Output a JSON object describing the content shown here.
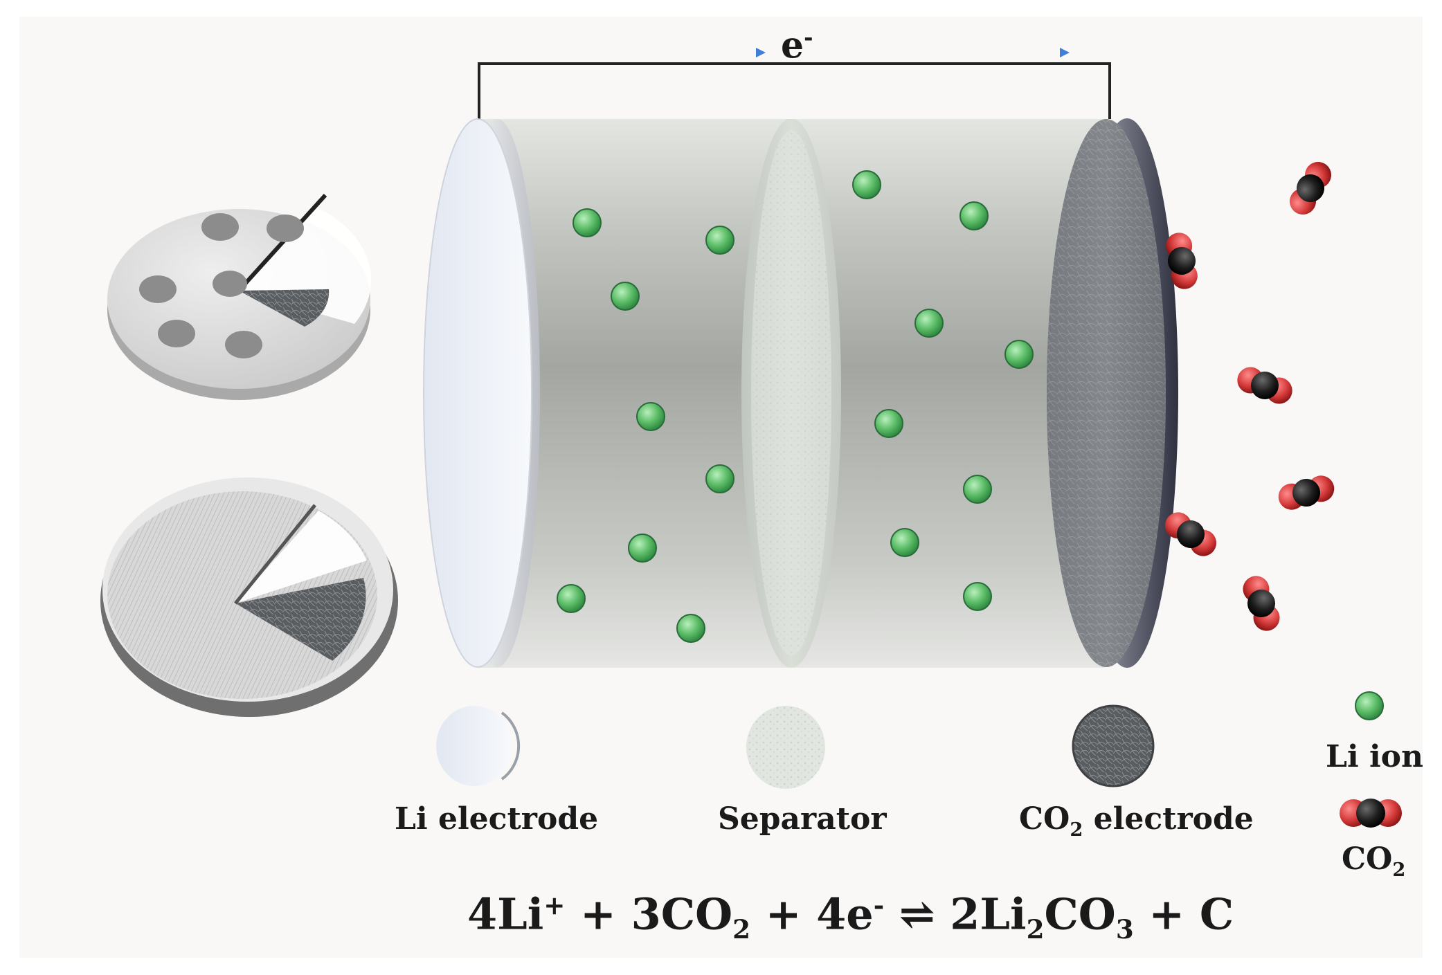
{
  "labels": {
    "electron": {
      "base": "e",
      "sup": "-"
    },
    "li_electrode": "Li electrode",
    "separator": "Separator",
    "co2_electrode": {
      "pre": "CO",
      "sub": "2",
      "post": " electrode"
    },
    "li_ion": "Li ion",
    "co2_legend": {
      "pre": "CO",
      "sub": "2"
    }
  },
  "equation": {
    "t1": "4Li",
    "t1_sup": "+",
    "t2": " + 3CO",
    "t2_sub": "2",
    "t3": " + 4e",
    "t3_sup": "-",
    "arrow": " ⇌ ",
    "t4": "2Li",
    "t4_sub": "2",
    "t5": "CO",
    "t5_sub": "3",
    "t6": " + C"
  },
  "colors": {
    "background": "#faf8f6",
    "li_ion": "#5fbf6a",
    "li_ion_rim": "#2a6b3a",
    "oxygen": "#d43a3a",
    "carbon": "#1a1a1a",
    "arrow": "#3f7fd8",
    "circuit": "#222222"
  }
}
